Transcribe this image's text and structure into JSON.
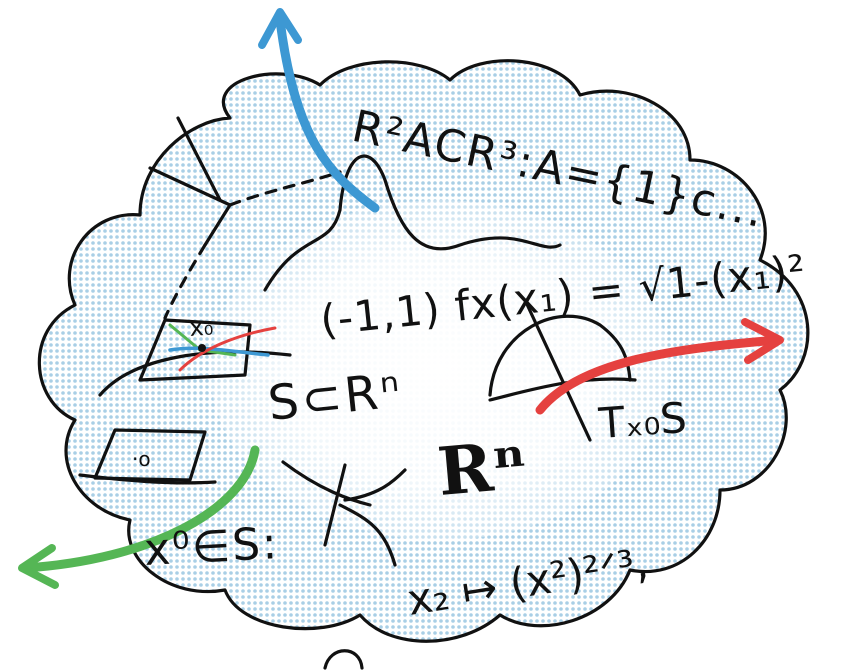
{
  "labels": {
    "r2_subset": "R²ACR³:A={1}c...",
    "function_def": "(-1,1) fx(x₁) = √1-(x₁)²",
    "s_in_rn": "S⊂Rⁿ",
    "rn": "Rⁿ",
    "tangent_space": "Tₓ₀S",
    "point_in_s": "x⁰∈S:",
    "map": "x₂ ↦ (x²)²ᐟ³,",
    "x0": "x₀",
    "dot_point": "·o"
  },
  "colors": {
    "cloud_fill": "#bcd9ea",
    "cloud_fill_light": "#d9eaf4",
    "ink": "#111111",
    "arrow_blue": "#3d98d3",
    "arrow_red": "#e5413f",
    "arrow_green": "#55b655"
  }
}
